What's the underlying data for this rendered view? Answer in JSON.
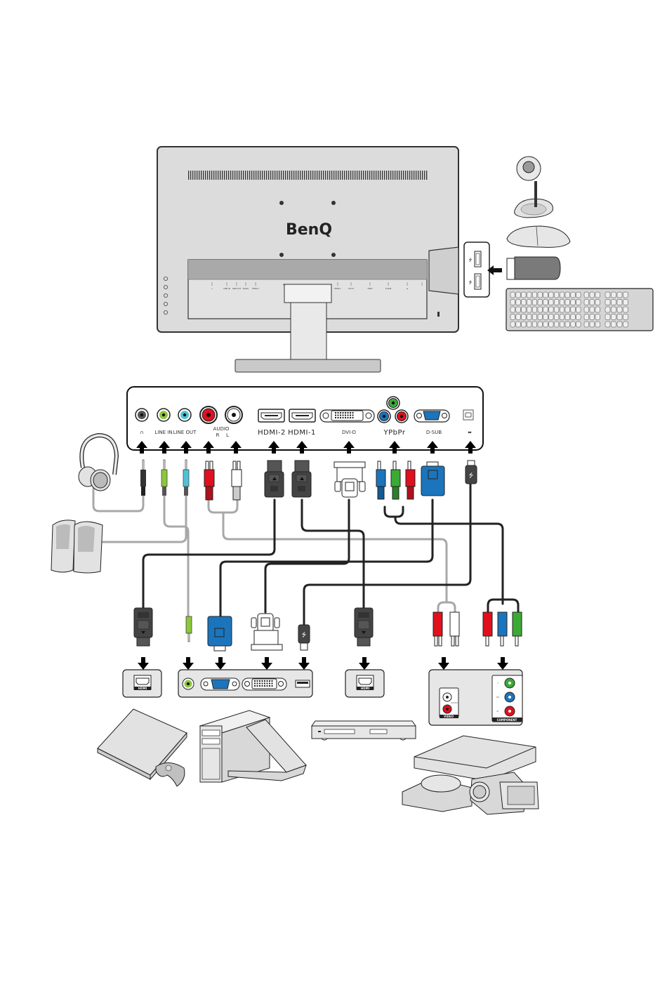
{
  "title": "BenQ monitor connection diagram",
  "monitor": {
    "brand": "BenQ",
    "rear_port_labels": [
      "∩",
      "LINE IN",
      "LINE OUT",
      "AUDIO",
      "HDMI-2",
      "HDMI-1",
      "DVI-D",
      "YPbPr",
      "D-SUB",
      "⬌"
    ]
  },
  "io_panel": {
    "ports": [
      {
        "id": "headphone",
        "label": "∩",
        "color": "#555555"
      },
      {
        "id": "line-in",
        "label": "LINE IN",
        "color": "#8dc63f"
      },
      {
        "id": "line-out",
        "label": "LINE OUT",
        "color": "#4fc3d6"
      },
      {
        "id": "audio-r",
        "label": "R",
        "color": "#e0101e"
      },
      {
        "id": "audio-l",
        "label": "L",
        "color": "#ffffff"
      },
      {
        "id": "hdmi-2",
        "label": "HDMI-2"
      },
      {
        "id": "hdmi-1",
        "label": "HDMI-1"
      },
      {
        "id": "dvi-d",
        "label": "DVI-D"
      },
      {
        "id": "ypbpr",
        "label": "YPbPr"
      },
      {
        "id": "d-sub",
        "label": "D-SUB"
      },
      {
        "id": "usb-upstream",
        "label": "⬌"
      }
    ],
    "audio_group_label": "AUDIO",
    "audio_r": "R",
    "audio_l": "L"
  },
  "usb_devices": [
    "webcam",
    "mouse",
    "usb-flash-drive",
    "keyboard"
  ],
  "source_panels": {
    "hdmi_badge": "HDMI",
    "video_badge": "VIDEO",
    "audio_text": "AUDIO",
    "component_badge": "COMPONENT",
    "component_labels": [
      "Y",
      "Pb",
      "Pr"
    ]
  },
  "devices": [
    "headphones",
    "speakers",
    "game-console",
    "desktop-pc",
    "laptop",
    "dvd-player",
    "av-receiver",
    "camcorder"
  ],
  "colors": {
    "red": "#e0101e",
    "green": "#3aaa35",
    "blue": "#1c75bc",
    "lime": "#8dc63f",
    "cyan": "#4fc3d6",
    "dark": "#3c3c3c",
    "panel_gray": "#e6e6e6",
    "cable_gray": "#a8a8a8"
  }
}
